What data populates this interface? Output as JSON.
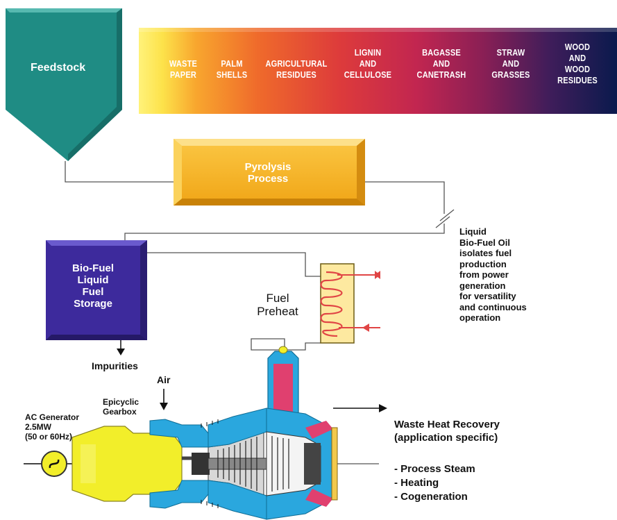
{
  "feedstock": {
    "label": "Feedstock",
    "items": [
      "WASTE\nPAPER",
      "PALM\nSHELLS",
      "AGRICULTURAL\nRESIDUES",
      "LIGNIN\nAND\nCELLULOSE",
      "BAGASSE\nAND\nCANETRASH",
      "STRAW\nAND\nGRASSES",
      "WOOD\nAND\nWOOD\nRESIDUES"
    ]
  },
  "pyrolysis": {
    "label": "Pyrolysis\nProcess"
  },
  "liquid_note": "Liquid\nBio-Fuel Oil\nisolates fuel\nproduction\nfrom power\ngeneration\nfor versatility\nand continuous\noperation",
  "storage": {
    "label": "Bio-Fuel\nLiquid\nFuel\nStorage"
  },
  "impurities": "Impurities",
  "fuel_preheat": "Fuel\nPreheat",
  "air": "Air",
  "gearbox": "Epicyclic\nGearbox",
  "generator": "AC Generator\n2.5MW\n(50 or 60Hz)",
  "waste_heat": {
    "title": "Waste Heat Recovery\n(application specific)",
    "uses": [
      "- Process Steam",
      "- Heating",
      "- Cogeneration"
    ]
  },
  "colors": {
    "feedstock_teal": "#1f8c84",
    "pyrolysis_orange": "#f5b21a",
    "storage_purple": "#3d2a9c",
    "turbine_blue": "#2aa7de",
    "combustor_pink": "#e0406f",
    "generator_yellow": "#f2ee2a"
  }
}
